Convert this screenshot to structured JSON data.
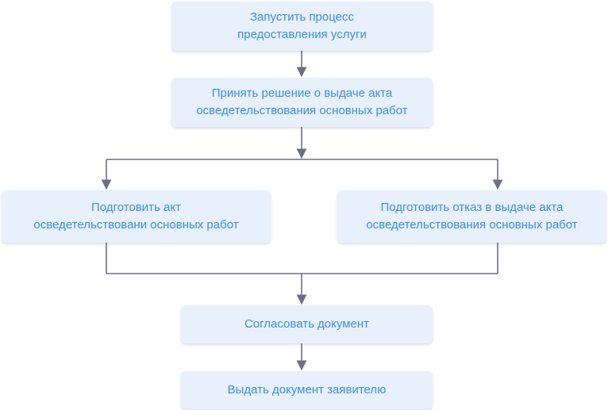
{
  "flowchart": {
    "nodes": [
      {
        "id": "start",
        "label": "Запустить процесс\nпредоставления услуги"
      },
      {
        "id": "decision",
        "label": "Принять решение о выдаче акта\nосведетельствования основных работ"
      },
      {
        "id": "prepare_act",
        "label": "Подготовить  акт\nосведетельствовани основных работ"
      },
      {
        "id": "prepare_refusal",
        "label": "Подготовить отказ в выдаче акта\nосведетельствования основных работ"
      },
      {
        "id": "approve",
        "label": "Согласовать документ"
      },
      {
        "id": "issue",
        "label": "Выдать документ заявителю"
      }
    ],
    "edges": [
      {
        "from": "start",
        "to": "decision"
      },
      {
        "from": "decision",
        "to": "prepare_act"
      },
      {
        "from": "decision",
        "to": "prepare_refusal"
      },
      {
        "from": "prepare_act",
        "to": "approve"
      },
      {
        "from": "prepare_refusal",
        "to": "approve"
      },
      {
        "from": "approve",
        "to": "issue"
      }
    ],
    "colors": {
      "node_fill": "#e8f0fc",
      "node_text": "#3d8fe0",
      "connector": "#6e6e86"
    }
  }
}
